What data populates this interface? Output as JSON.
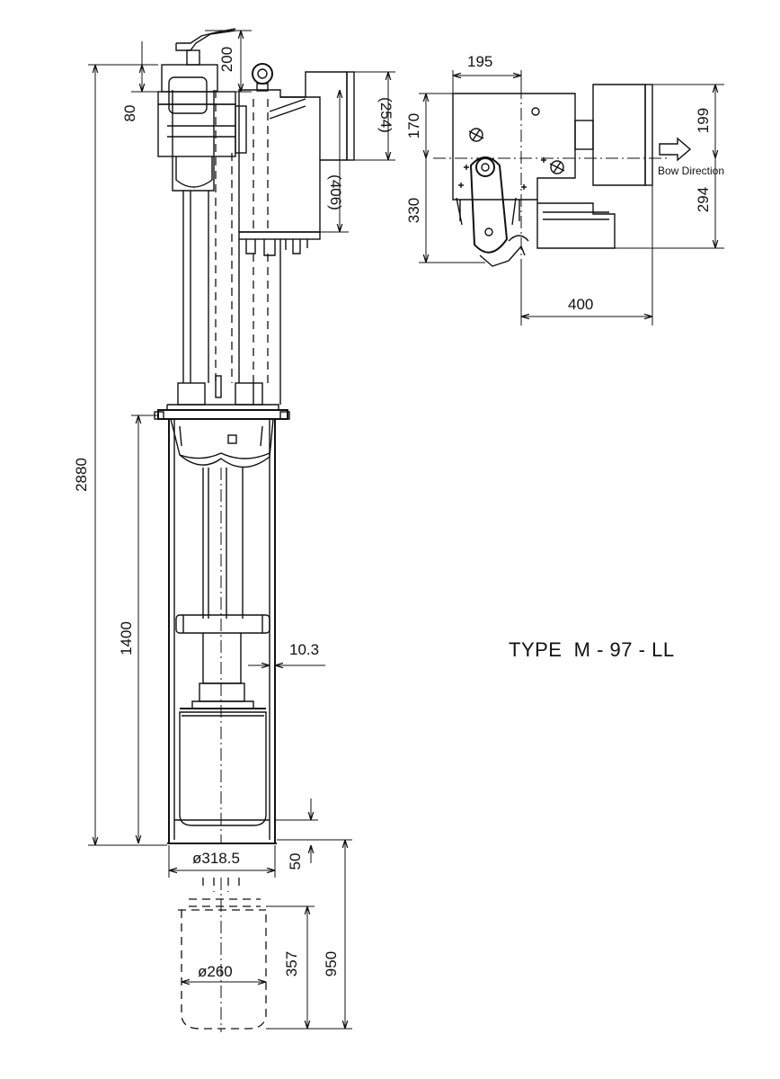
{
  "title": "TYPE  M - 97 - LL",
  "side_view": {
    "dim_total_height": "2880",
    "dim_top_80": "80",
    "dim_top_200": "200",
    "dim_254": "(254)",
    "dim_406": "(406)",
    "dim_1400": "1400",
    "dim_10_3": "10.3",
    "dim_dia_318": "ø318.5",
    "dim_50": "50",
    "dim_950": "950",
    "dim_357": "357",
    "dim_dia_260": "ø260"
  },
  "plan_view": {
    "dim_195": "195",
    "dim_170": "170",
    "dim_330": "330",
    "dim_199": "199",
    "dim_294": "294",
    "dim_400": "400",
    "bow_direction": "Bow Direction"
  }
}
